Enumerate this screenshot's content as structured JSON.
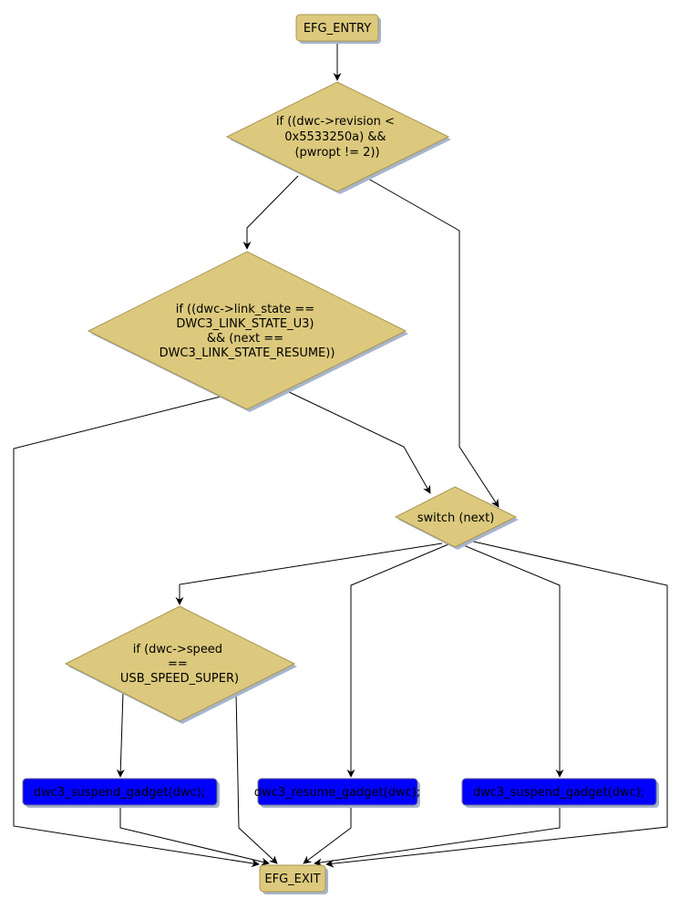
{
  "diagram": {
    "type": "control-flow-graph",
    "colors": {
      "condition_fill": "#dcc97d",
      "condition_stroke": "#a89650",
      "action_fill": "#0000ff",
      "action_stroke": "#6e6a8c",
      "terminal_fill": "#dcc97d",
      "edge": "#000000",
      "shadow": "#a7b4cc"
    },
    "nodes": {
      "entry": {
        "label": "EFG_ENTRY",
        "kind": "terminal"
      },
      "cond_revision": {
        "kind": "condition",
        "lines": [
          "if ((dwc->revision <",
          "0x5533250a) &&",
          "(pwropt != 2))"
        ]
      },
      "cond_link_state": {
        "kind": "condition",
        "lines": [
          "if ((dwc->link_state ==",
          "DWC3_LINK_STATE_U3)",
          "&& (next ==",
          "DWC3_LINK_STATE_RESUME))"
        ]
      },
      "switch_next": {
        "kind": "condition",
        "lines": [
          "switch (next)"
        ]
      },
      "cond_speed": {
        "kind": "condition",
        "lines": [
          "if (dwc->speed",
          "==",
          "USB_SPEED_SUPER)"
        ]
      },
      "suspend_1": {
        "label": "dwc3_suspend_gadget(dwc);",
        "kind": "action"
      },
      "resume": {
        "label": "dwc3_resume_gadget(dwc);",
        "kind": "action"
      },
      "suspend_2": {
        "label": "dwc3_suspend_gadget(dwc);",
        "kind": "action"
      },
      "exit": {
        "label": "EFG_EXIT",
        "kind": "terminal"
      }
    },
    "edges": [
      {
        "from": "entry",
        "to": "cond_revision"
      },
      {
        "from": "cond_revision",
        "to": "cond_link_state"
      },
      {
        "from": "cond_revision",
        "to": "switch_next"
      },
      {
        "from": "cond_link_state",
        "to": "exit"
      },
      {
        "from": "cond_link_state",
        "to": "switch_next"
      },
      {
        "from": "switch_next",
        "to": "cond_speed"
      },
      {
        "from": "switch_next",
        "to": "resume"
      },
      {
        "from": "switch_next",
        "to": "suspend_2"
      },
      {
        "from": "switch_next",
        "to": "exit"
      },
      {
        "from": "cond_speed",
        "to": "suspend_1"
      },
      {
        "from": "cond_speed",
        "to": "exit"
      },
      {
        "from": "suspend_1",
        "to": "exit"
      },
      {
        "from": "resume",
        "to": "exit"
      },
      {
        "from": "suspend_2",
        "to": "exit"
      }
    ]
  }
}
